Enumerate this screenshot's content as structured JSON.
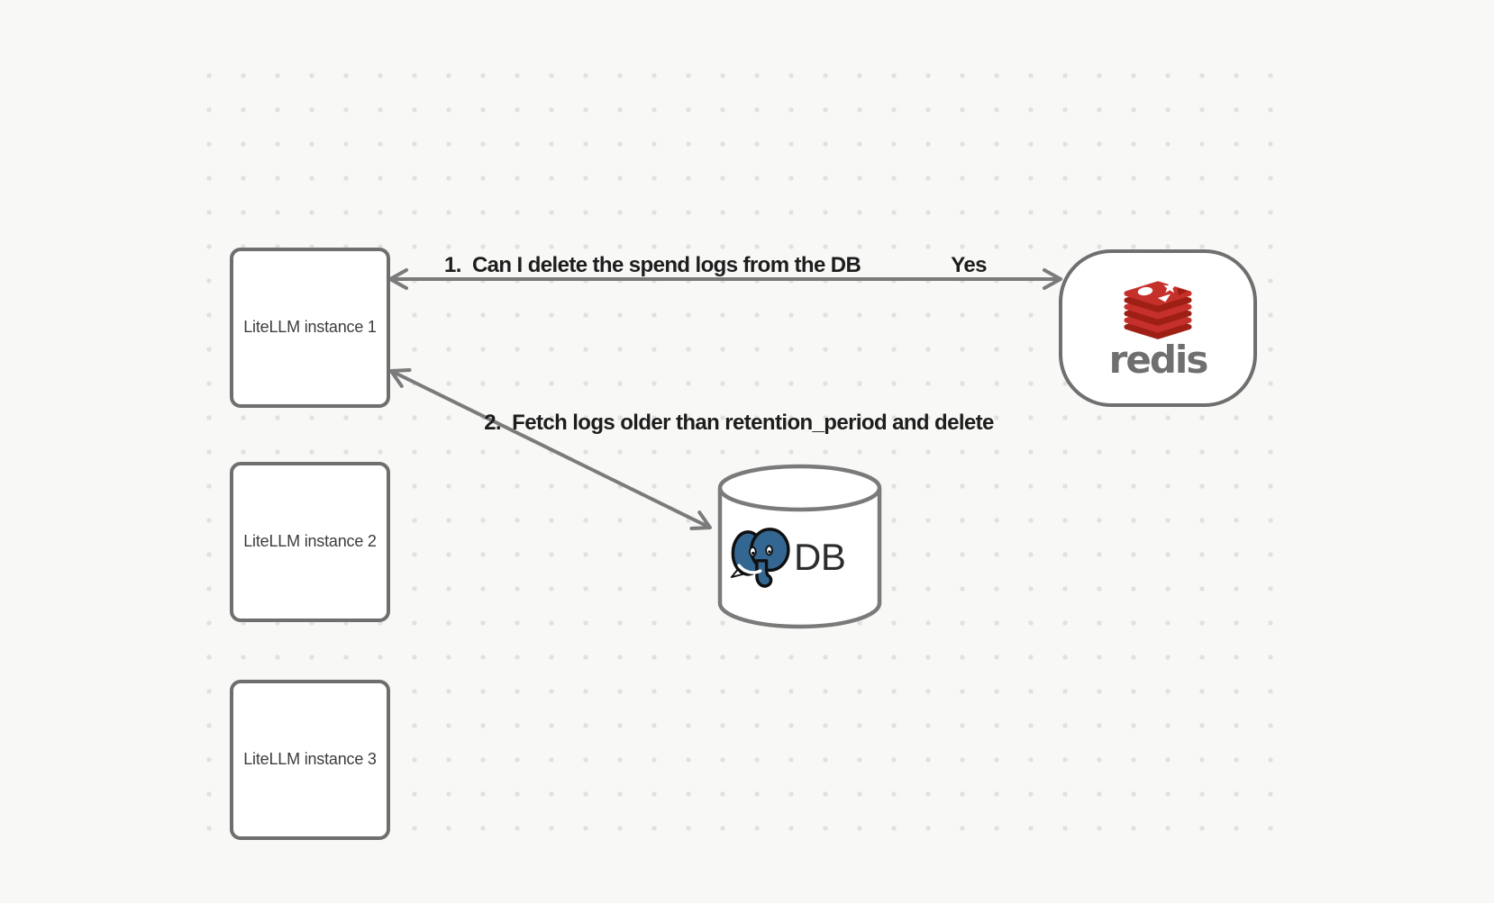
{
  "diagram": {
    "instances": [
      {
        "label": "LiteLLM instance 1"
      },
      {
        "label": "LiteLLM instance 2"
      },
      {
        "label": "LiteLLM instance 3"
      }
    ],
    "redis": {
      "wordmark": "redis"
    },
    "db": {
      "label": "DB"
    },
    "flows": {
      "flow1": {
        "label": "1.  Can I delete the spend logs from the DB",
        "answer": "Yes"
      },
      "flow2": {
        "label": "2.  Fetch logs older than retention_period and delete"
      }
    },
    "icons": {
      "redis_logo": "redis-stacked-cushions",
      "postgres_logo": "postgresql-elephant",
      "db_shape": "database-cylinder"
    },
    "colors": {
      "background": "#f8f8f6",
      "grid_dot": "#e3e1df",
      "node_border": "#6f6f6f",
      "node_fill": "#ffffff",
      "arrow": "#7b7b7b",
      "label_text": "#1d1d1d",
      "box_text": "#3c3c3c",
      "redis_red": "#c6302b",
      "redis_dark_red": "#9e2015",
      "redis_wordmark_gray": "#6f6f6f",
      "postgres_blue": "#336791",
      "db_text": "#2d2d2d"
    }
  }
}
